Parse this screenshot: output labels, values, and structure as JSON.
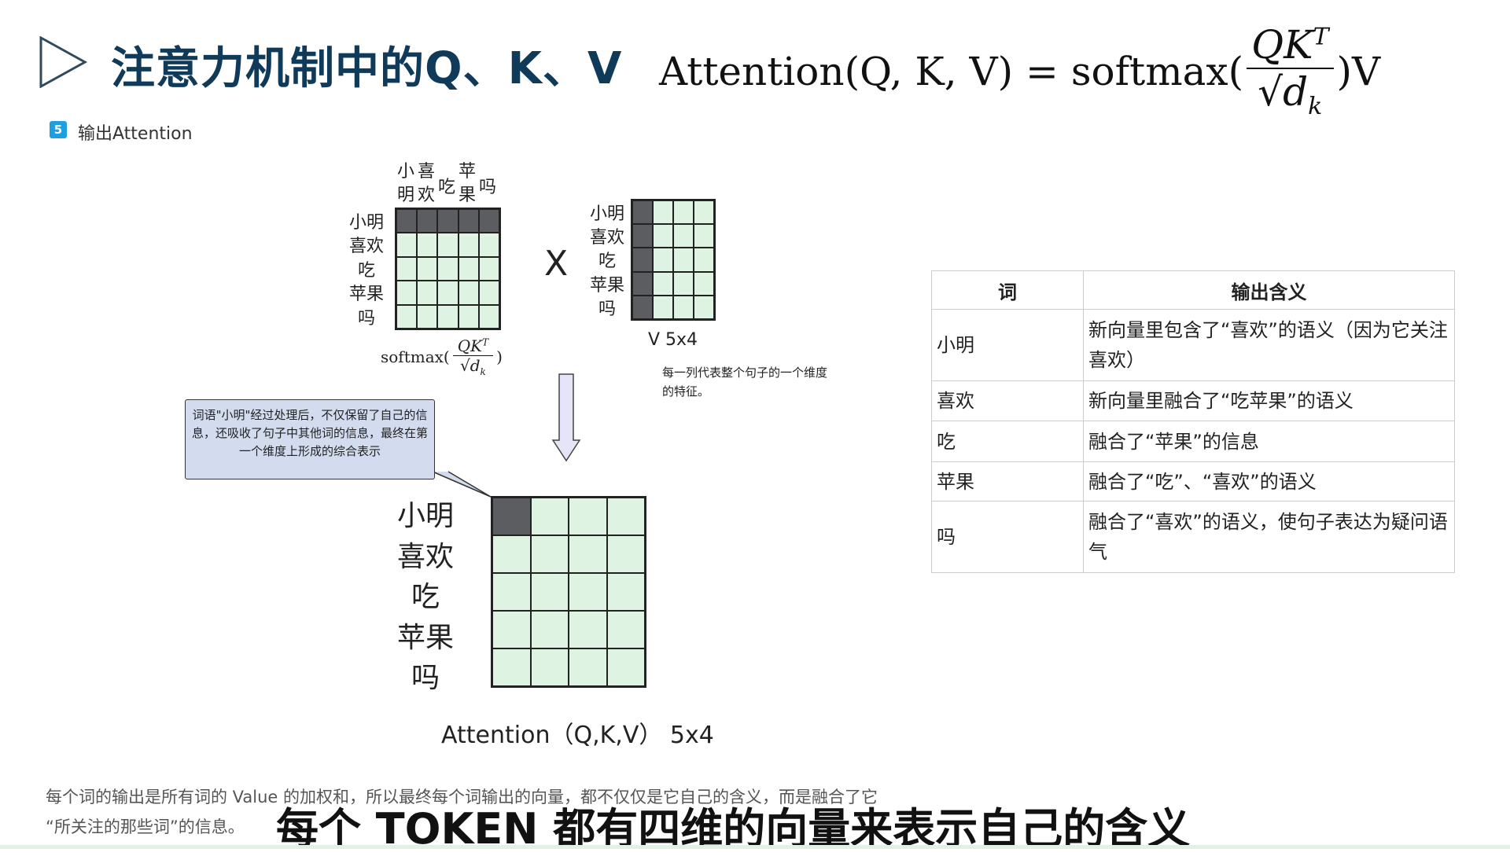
{
  "header": {
    "title": "注意力机制中的Q、K、V",
    "formula": {
      "lhs": "Attention(Q, K, V) = softmax(",
      "num": "QK",
      "num_sup": "T",
      "den": "√d",
      "den_sub": "k",
      "rhs": ")V"
    }
  },
  "section": {
    "badge": "5",
    "label": "输出Attention"
  },
  "score_matrix": {
    "col_labels": [
      [
        "小",
        "明"
      ],
      [
        "喜",
        "欢"
      ],
      [
        "吃"
      ],
      [
        "苹",
        "果"
      ],
      [
        "吗"
      ]
    ],
    "row_labels": [
      "小明",
      "喜欢",
      "吃",
      "苹果",
      "吗"
    ],
    "formula": {
      "prefix": "softmax(",
      "num": "QK",
      "num_sup": "T",
      "den": "√d",
      "den_sub": "k",
      "suffix": ")"
    }
  },
  "multiply_sign": "X",
  "value_matrix": {
    "row_labels": [
      "小明",
      "喜欢",
      "吃",
      "苹果",
      "吗"
    ],
    "label": "V 5x4",
    "note": "每一列代表整个句子的一个维度的特征。"
  },
  "callout": "词语\"小明\"经过处理后，不仅保留了自己的信息，还吸收了句子中其他词的信息，最终在第一个维度上形成的综合表示",
  "output_matrix": {
    "row_labels": [
      "小明",
      "喜欢",
      "吃",
      "苹果",
      "吗"
    ],
    "caption": "Attention（Q,K,V） 5x4"
  },
  "table": {
    "headers": [
      "词",
      "输出含义"
    ],
    "rows": [
      [
        "小明",
        "新向量里包含了“喜欢”的语义（因为它关注喜欢）"
      ],
      [
        "喜欢",
        "新向量里融合了“吃苹果”的语义"
      ],
      [
        "吃",
        "融合了“苹果”的信息"
      ],
      [
        "苹果",
        "融合了“吃”、“喜欢”的语义"
      ],
      [
        "吗",
        "融合了“喜欢”的语义，使句子表达为疑问语气"
      ]
    ]
  },
  "footer": {
    "line1": "每个词的输出是所有词的 Value 的加权和，所以最终每个词输出的向量，都不仅仅是它自己的含义，而是融合了它",
    "line2": "“所关注的那些词”的信息。"
  },
  "video_caption": "每个 TOKEN 都有四维的向量来表示自己的含义"
}
